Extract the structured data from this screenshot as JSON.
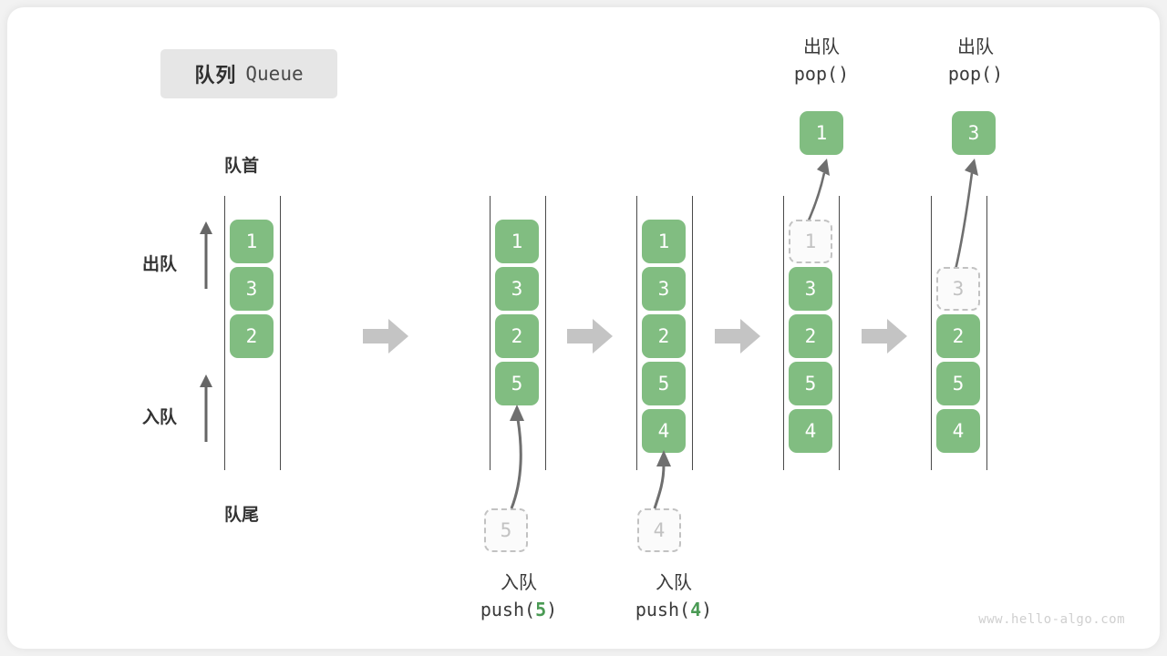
{
  "title": {
    "cn": "队列",
    "en": "Queue"
  },
  "labels": {
    "front": "队首",
    "rear": "队尾",
    "dequeue": "出队",
    "enqueue": "入队"
  },
  "operations": {
    "push5": {
      "cn": "入队",
      "code_prefix": "push(",
      "code_arg": "5",
      "code_suffix": ")"
    },
    "push4": {
      "cn": "入队",
      "code_prefix": "push(",
      "code_arg": "4",
      "code_suffix": ")"
    },
    "pop1": {
      "cn": "出队",
      "code_prefix": "pop(",
      "code_arg": "",
      "code_suffix": ")"
    },
    "pop2": {
      "cn": "出队",
      "code_prefix": "pop(",
      "code_arg": "",
      "code_suffix": ")"
    }
  },
  "colors": {
    "cell_green": "#81bd81",
    "ghost_border": "#c2c2c2",
    "arrow_gray": "#bdbdbd",
    "line_gray": "#666666",
    "badge_bg": "#e6e6e6",
    "accent_number_green": "#4a9a54"
  },
  "columns": [
    {
      "name": "initial-queue",
      "cells": [
        {
          "value": "1",
          "state": "solid"
        },
        {
          "value": "3",
          "state": "solid"
        },
        {
          "value": "2",
          "state": "solid"
        }
      ],
      "incoming": null,
      "popped": null
    },
    {
      "name": "after-push-5",
      "cells": [
        {
          "value": "1",
          "state": "solid"
        },
        {
          "value": "3",
          "state": "solid"
        },
        {
          "value": "2",
          "state": "solid"
        },
        {
          "value": "5",
          "state": "solid"
        }
      ],
      "incoming": {
        "value": "5",
        "state": "ghost"
      },
      "popped": null
    },
    {
      "name": "after-push-4",
      "cells": [
        {
          "value": "1",
          "state": "solid"
        },
        {
          "value": "3",
          "state": "solid"
        },
        {
          "value": "2",
          "state": "solid"
        },
        {
          "value": "5",
          "state": "solid"
        },
        {
          "value": "4",
          "state": "solid"
        }
      ],
      "incoming": {
        "value": "4",
        "state": "ghost"
      },
      "popped": null
    },
    {
      "name": "after-pop-1",
      "cells": [
        {
          "value": "1",
          "state": "ghost"
        },
        {
          "value": "3",
          "state": "solid"
        },
        {
          "value": "2",
          "state": "solid"
        },
        {
          "value": "5",
          "state": "solid"
        },
        {
          "value": "4",
          "state": "solid"
        }
      ],
      "incoming": null,
      "popped": {
        "value": "1",
        "state": "solid"
      }
    },
    {
      "name": "after-pop-3",
      "cells": [
        {
          "value": "",
          "state": "empty"
        },
        {
          "value": "3",
          "state": "ghost"
        },
        {
          "value": "2",
          "state": "solid"
        },
        {
          "value": "5",
          "state": "solid"
        },
        {
          "value": "4",
          "state": "solid"
        }
      ],
      "incoming": null,
      "popped": {
        "value": "3",
        "state": "solid"
      }
    }
  ],
  "watermark": "www.hello-algo.com"
}
